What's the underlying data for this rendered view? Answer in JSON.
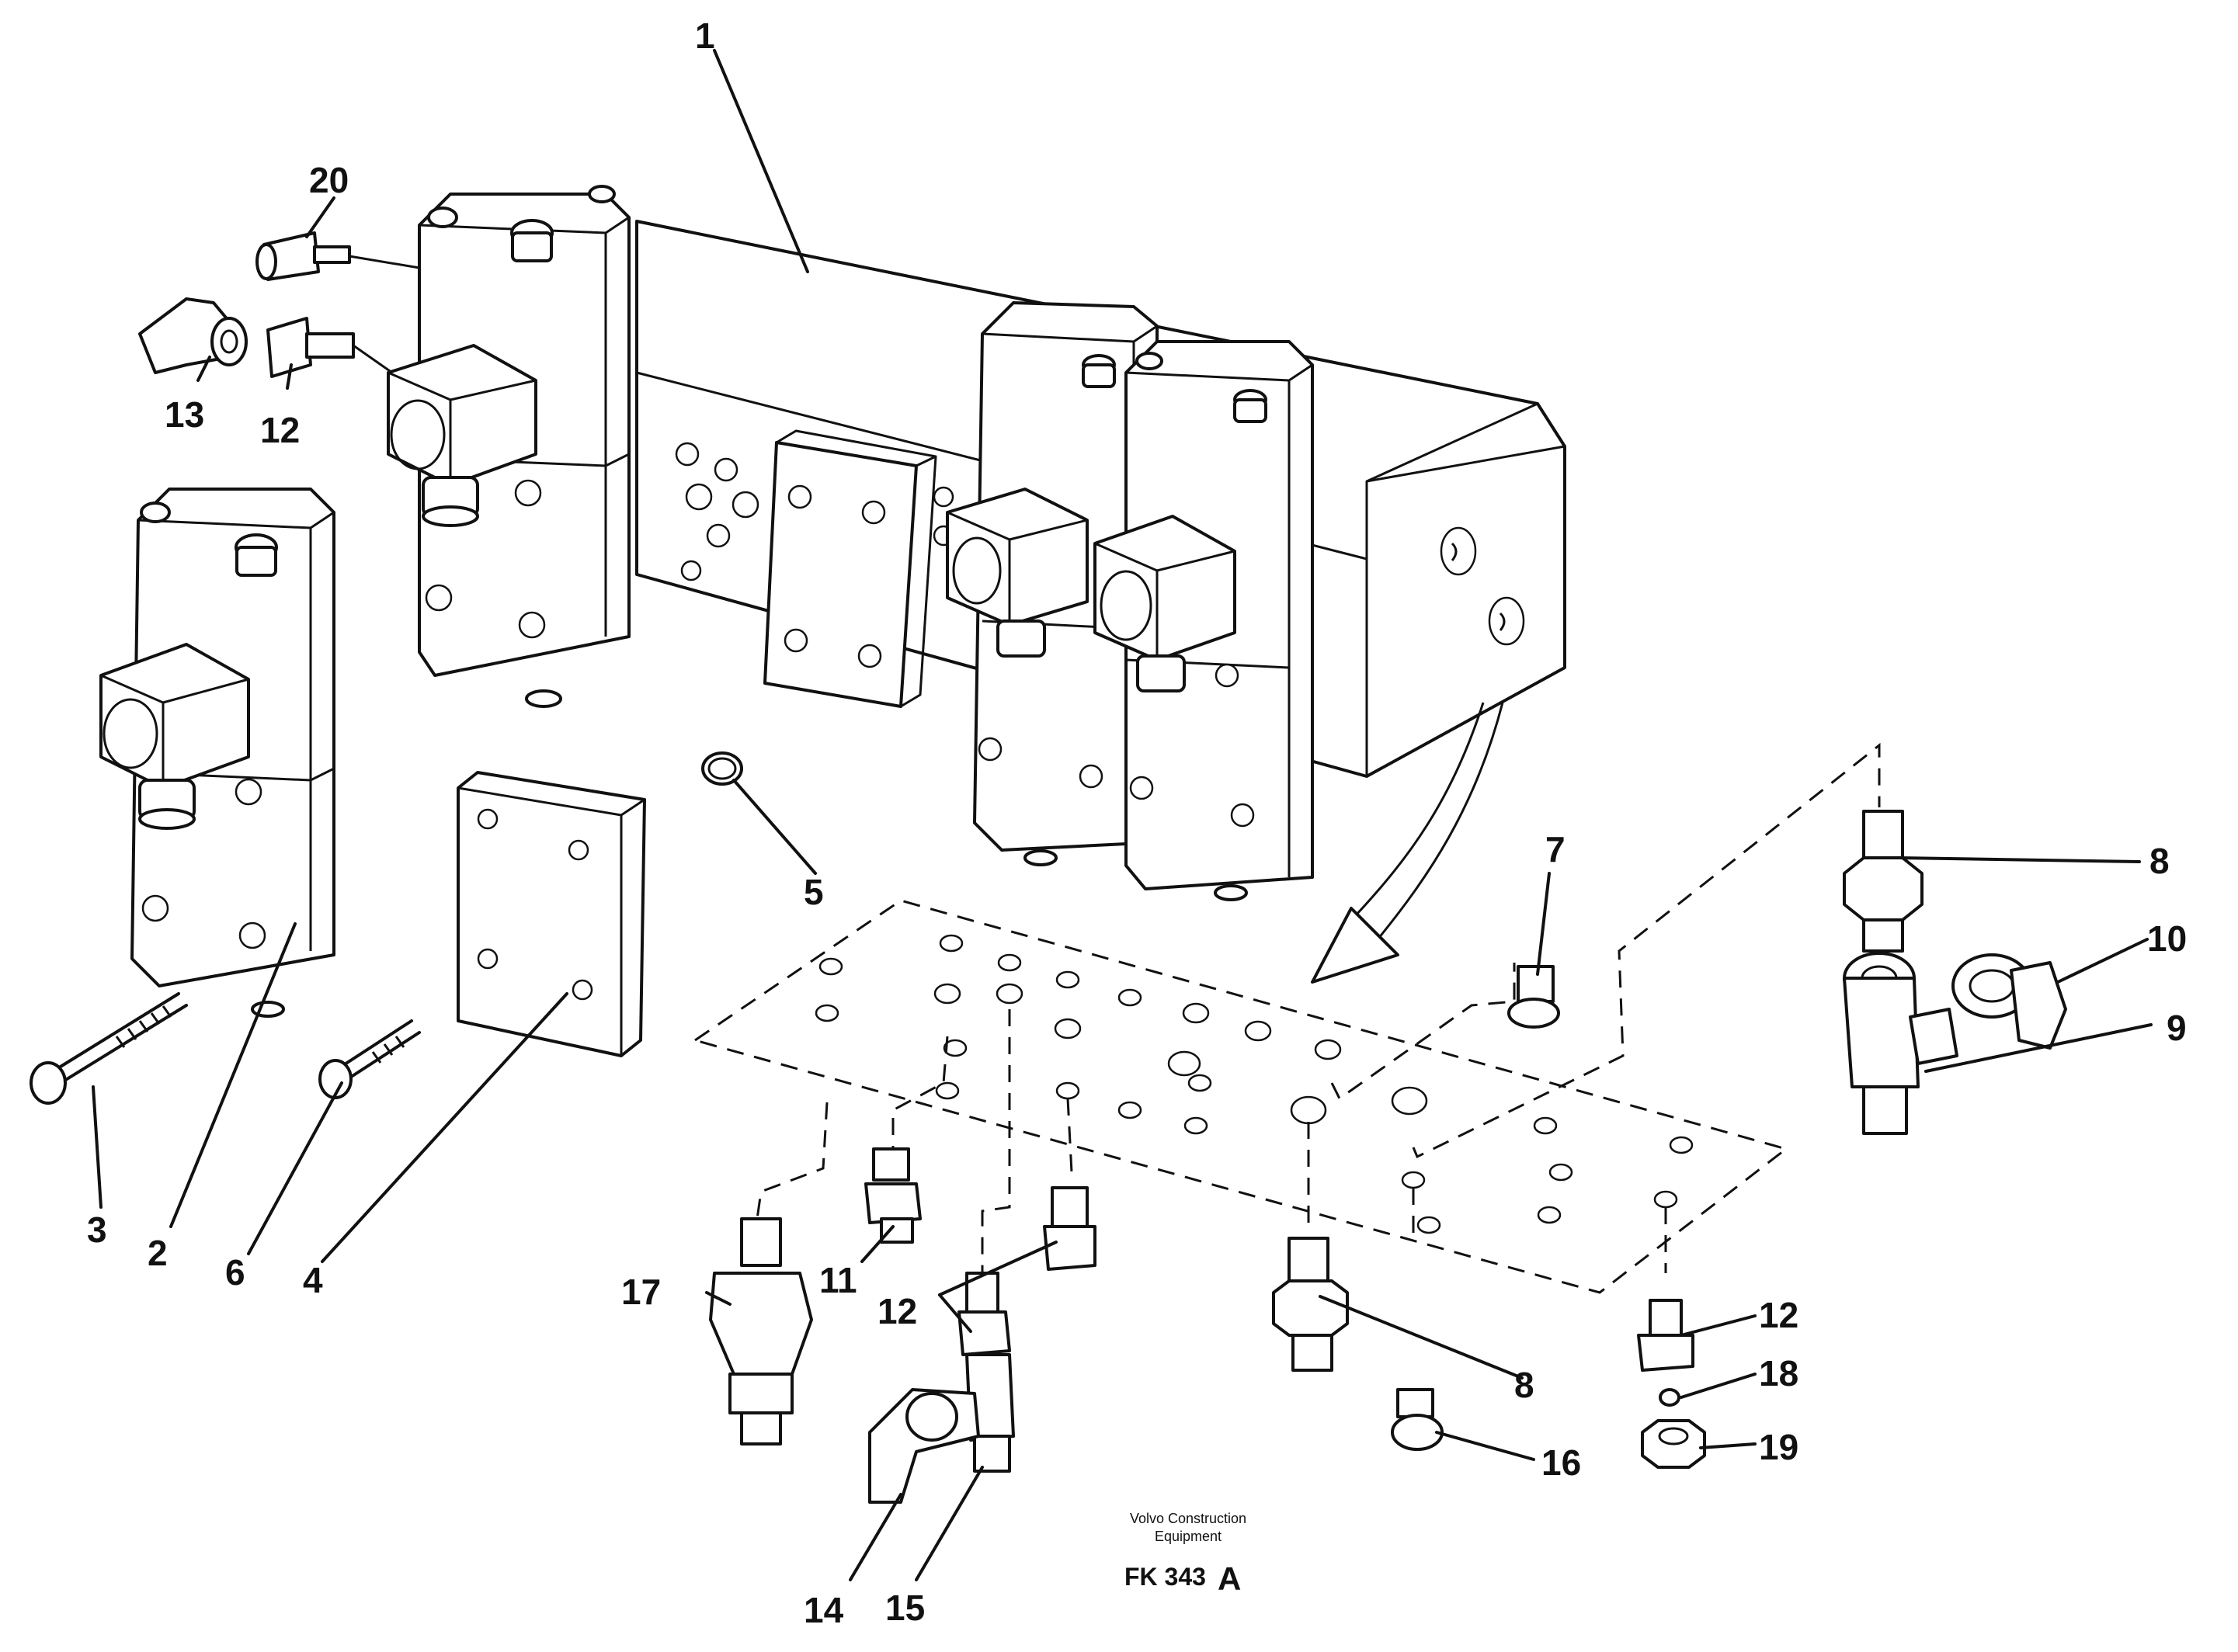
{
  "callouts": [
    "1",
    "2",
    "3",
    "4",
    "5",
    "6",
    "7",
    "8",
    "8",
    "9",
    "10",
    "11",
    "12",
    "12",
    "12",
    "13",
    "14",
    "15",
    "16",
    "17",
    "18",
    "19",
    "20"
  ],
  "caption": {
    "maker_line1": "Volvo Construction",
    "maker_line2": "Equipment",
    "code": "FK 343",
    "revision": "A"
  }
}
